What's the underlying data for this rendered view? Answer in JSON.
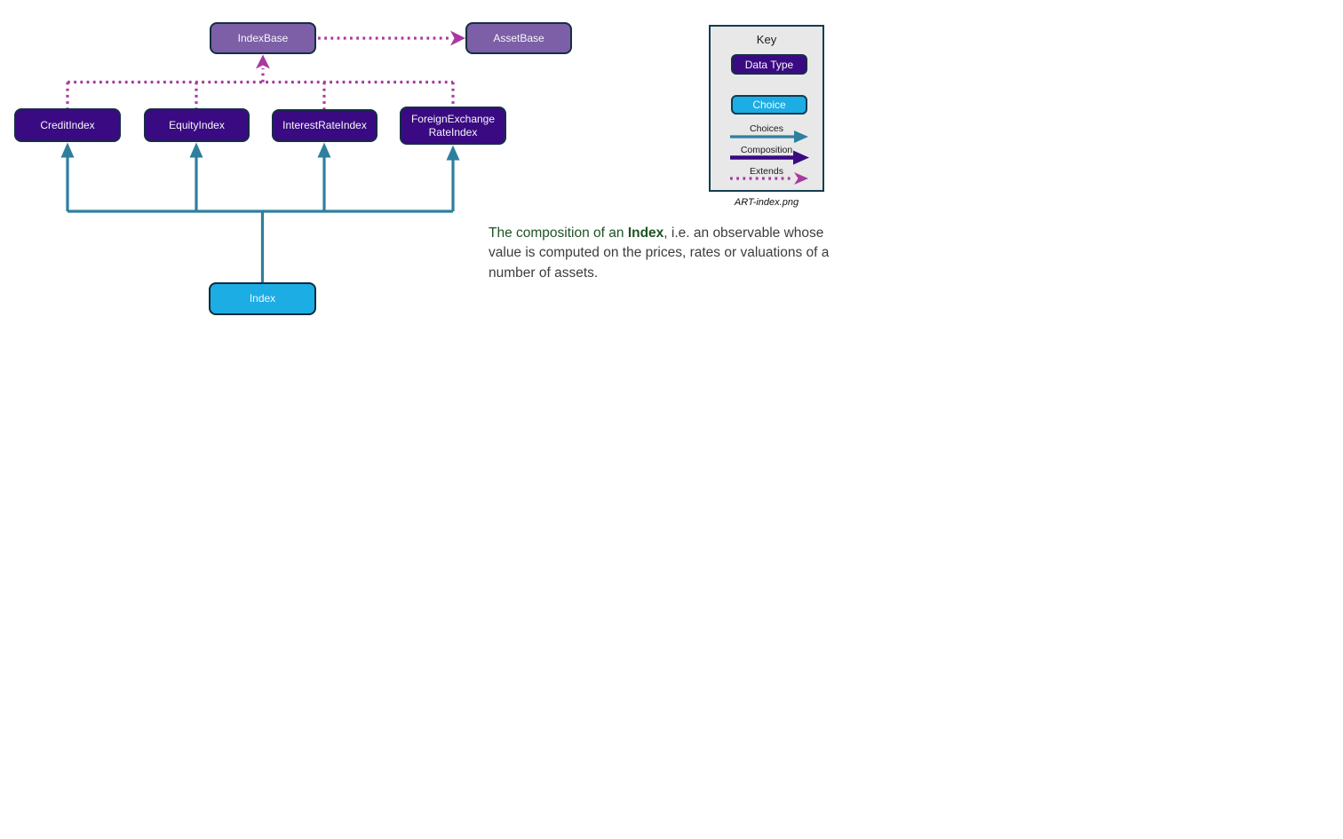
{
  "diagram": {
    "nodes": {
      "index_base": {
        "label": "IndexBase",
        "kind": "data_type_base"
      },
      "asset_base": {
        "label": "AssetBase",
        "kind": "data_type_base"
      },
      "credit_index": {
        "label": "CreditIndex",
        "kind": "data_type"
      },
      "equity_index": {
        "label": "EquityIndex",
        "kind": "data_type"
      },
      "interest_rate_index": {
        "label": "InterestRateIndex",
        "kind": "data_type"
      },
      "foreign_exchange_rate_index": {
        "label": "ForeignExchangeRateIndex",
        "line1": "ForeignExchange",
        "line2": "RateIndex",
        "kind": "data_type"
      },
      "index": {
        "label": "Index",
        "kind": "choice"
      }
    },
    "relationships": [
      {
        "from": "IndexBase",
        "to": "AssetBase",
        "type": "Extends"
      },
      {
        "from": "CreditIndex",
        "to": "IndexBase",
        "type": "Extends"
      },
      {
        "from": "EquityIndex",
        "to": "IndexBase",
        "type": "Extends"
      },
      {
        "from": "InterestRateIndex",
        "to": "IndexBase",
        "type": "Extends"
      },
      {
        "from": "ForeignExchangeRateIndex",
        "to": "IndexBase",
        "type": "Extends"
      },
      {
        "from": "Index",
        "to": "CreditIndex",
        "type": "Choices"
      },
      {
        "from": "Index",
        "to": "EquityIndex",
        "type": "Choices"
      },
      {
        "from": "Index",
        "to": "InterestRateIndex",
        "type": "Choices"
      },
      {
        "from": "Index",
        "to": "ForeignExchangeRateIndex",
        "type": "Choices"
      }
    ]
  },
  "key": {
    "title": "Key",
    "data_type_label": "Data Type",
    "choice_label": "Choice",
    "arrows": [
      {
        "label": "Choices",
        "color": "#2e7f9e",
        "style": "solid"
      },
      {
        "label": "Composition",
        "color": "#3a0a82",
        "style": "solid-thick"
      },
      {
        "label": "Extends",
        "color": "#a8399f",
        "style": "dotted"
      }
    ],
    "caption": "ART-index.png"
  },
  "description": {
    "segments": [
      {
        "text": "The composition of an ",
        "style": "green"
      },
      {
        "text": "Index",
        "style": "green-bold"
      },
      {
        "text": ", i.e. an observable whose value is computed on the prices, rates or valuations of a number of assets",
        "style": "normal"
      },
      {
        "text": ".",
        "style": "green"
      }
    ]
  },
  "colors": {
    "data_type_fill": "#3a0a82",
    "base_type_fill": "#7c5fa7",
    "choice_fill": "#1cade4",
    "choices_arrow": "#2e7f9e",
    "composition_arrow": "#3a0a82",
    "extends_arrow": "#a8399f",
    "node_border": "#152e44",
    "key_background": "#e8e8e8",
    "description_green": "#1f5324",
    "description_text": "#3d3d3d"
  }
}
